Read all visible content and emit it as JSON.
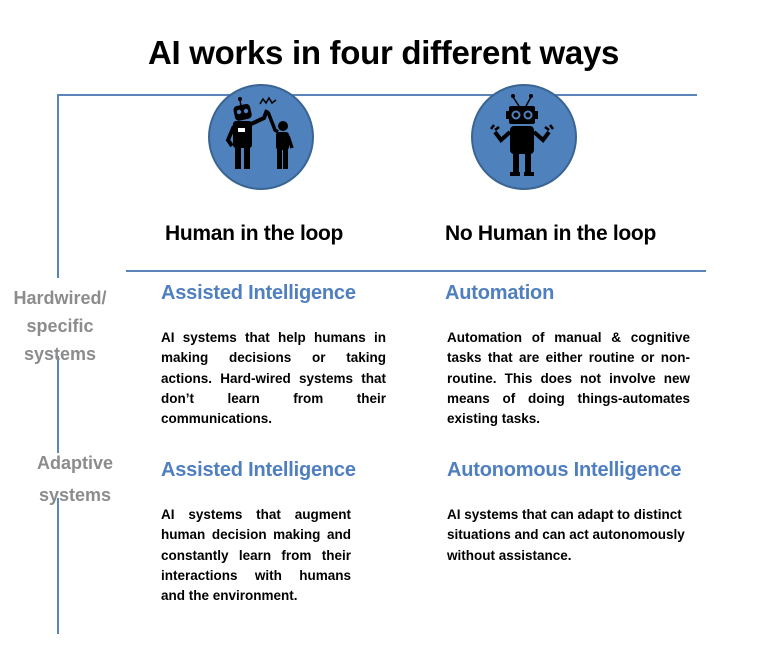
{
  "title": "AI works in four different ways",
  "columns": [
    {
      "label": "Human in the loop",
      "icon": "robot-human-high-five-icon"
    },
    {
      "label": "No Human in the loop",
      "icon": "robot-icon"
    }
  ],
  "rows": [
    {
      "label_lines": [
        "Hardwired/",
        "specific",
        "systems"
      ]
    },
    {
      "label_lines": [
        "Adaptive",
        "systems"
      ]
    }
  ],
  "cells": [
    {
      "heading": "Assisted Intelligence",
      "text": "AI systems that help humans in making decisions or taking actions. Hard-wired systems that don’t learn from their communications."
    },
    {
      "heading": "Automation",
      "text": "Automation of manual & cognitive tasks that are either routine or non-routine. This does not involve new means of doing things-automates existing tasks."
    },
    {
      "heading": "Assisted Intelligence",
      "text": "AI systems that augment human decision making and constantly learn from their interactions with humans and the environment."
    },
    {
      "heading": "Autonomous Intelligence",
      "text": "AI systems that can adapt to distinct situations and can act autonomously without assistance."
    }
  ],
  "colors": {
    "line": "#5b84b8",
    "circle_fill": "#4f81bd",
    "circle_border": "#3a6593",
    "cell_heading": "#4f7fbf",
    "row_label": "#8c8c8c"
  }
}
